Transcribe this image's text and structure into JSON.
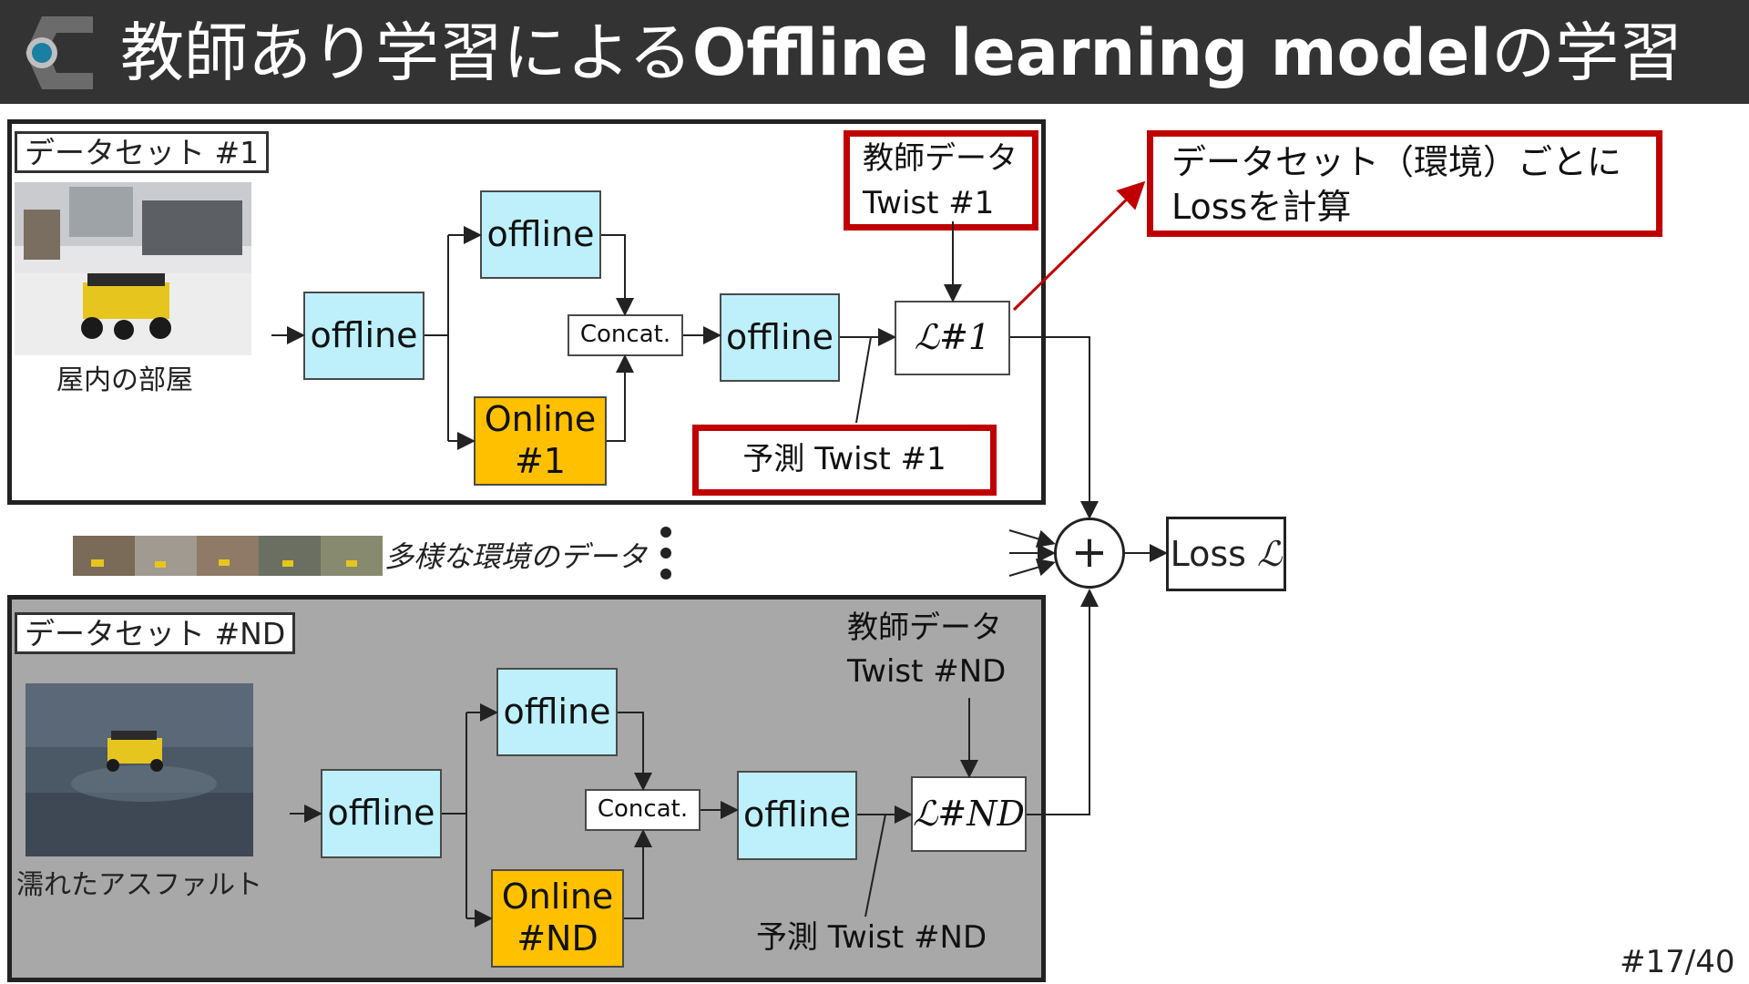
{
  "title": {
    "ja_prefix": "教師あり学習による",
    "en": "Offline learning model",
    "ja_suffix": "の学習"
  },
  "colors": {
    "title_bg": "#333333",
    "block_cyan": "#bdf0fb",
    "block_orange": "#ffc000",
    "highlight_red": "#c00000",
    "panel2_bg": "#a8a8a8"
  },
  "dataset1": {
    "label": "データセット #1",
    "image_caption": "屋内の部屋",
    "blocks": {
      "encoder": "offline",
      "upper": "offline",
      "online": "Online\n#1",
      "concat": "Concat.",
      "head": "offline"
    },
    "loss": "ℒ#1",
    "teacher": "教師データ\nTwist #1",
    "prediction": "予測 Twist #1"
  },
  "callout": "データセット（環境）ごとに\nLossを計算",
  "diverse_data": "多様な環境のデータ",
  "datasetN": {
    "label": "データセット #ND",
    "image_caption": "濡れたアスファルト",
    "blocks": {
      "encoder": "offline",
      "upper": "offline",
      "online": "Online\n#ND",
      "concat": "Concat.",
      "head": "offline"
    },
    "loss": "ℒ#ND",
    "teacher": "教師データ\nTwist #ND",
    "prediction": "予測 Twist #ND"
  },
  "sum_symbol": "+",
  "total_loss": {
    "text": "Loss",
    "symbol": "ℒ"
  },
  "page_number": "#17/40",
  "icons": {
    "logo": "camera-lens-logo-icon"
  }
}
